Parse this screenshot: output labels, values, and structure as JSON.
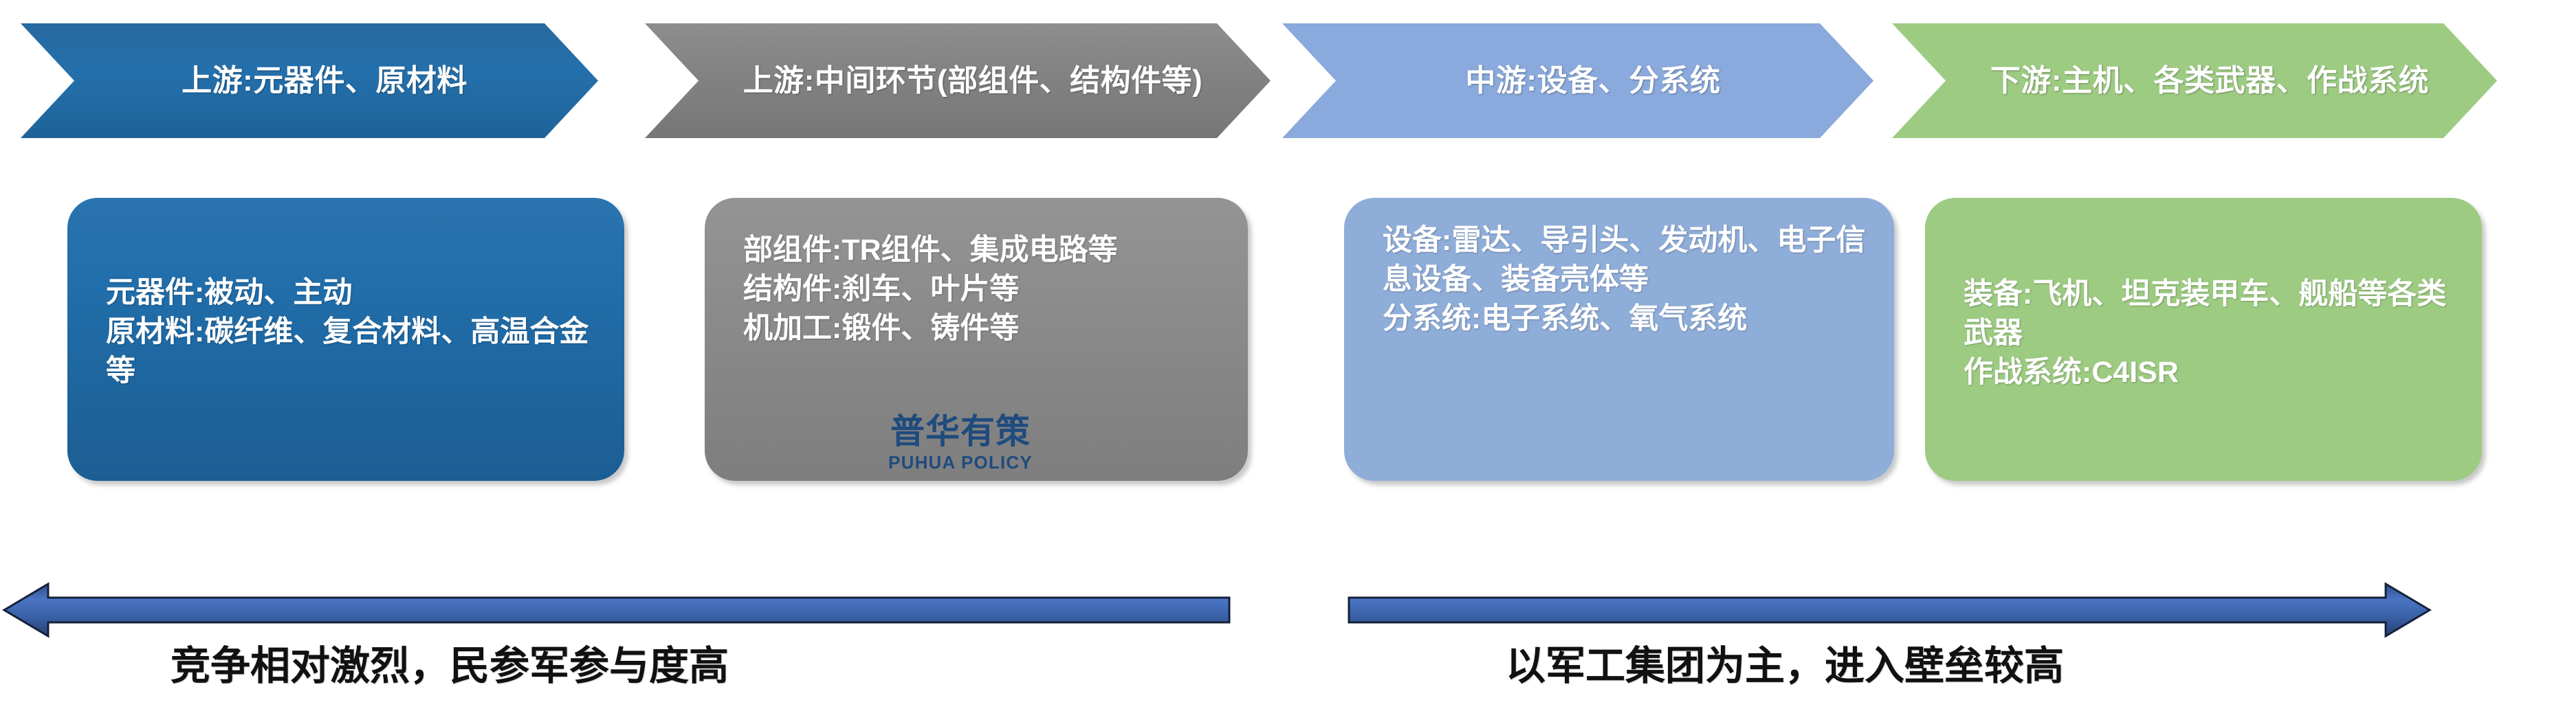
{
  "colors": {
    "upstream_blue": "#1F6FB2",
    "midstream_gray": "#828282",
    "midstream_blue": "#8AA9DC",
    "downstream_green": "#9DCB82",
    "arrow_blue": "#3A62A8",
    "watermark_navy": "#1C4A7E",
    "text_white": "#FFFFFF",
    "caption_black": "#111111"
  },
  "stages": [
    {
      "id": "upstream-components",
      "header": "上游:元器件、原材料",
      "body": "元器件:被动、主动\n原材料:碳纤维、复合材料、高温合金等",
      "color": "#1F6FB2"
    },
    {
      "id": "upstream-intermediate",
      "header": "上游:中间环节(部组件、结构件等)",
      "body": "部组件:TR组件、集成电路等\n结构件:刹车、叶片等\n机加工:锻件、铸件等",
      "color": "#828282"
    },
    {
      "id": "midstream-equipment",
      "header": "中游:设备、分系统",
      "body": "设备:雷达、导引头、发动机、电子信息设备、装备壳体等\n分系统:电子系统、氧气系统",
      "color": "#8AA9DC"
    },
    {
      "id": "downstream-platforms",
      "header": "下游:主机、各类武器、作战系统",
      "body": "装备:飞机、坦克装甲车、舰船等各类武器\n作战系统:C4ISR",
      "color": "#9DCB82"
    }
  ],
  "arrows": [
    {
      "id": "left-arrow",
      "direction": "left",
      "caption": "竞争相对激烈，民参军参与度高"
    },
    {
      "id": "right-arrow",
      "direction": "right",
      "caption": "以军工集团为主，进入壁垒较高"
    }
  ],
  "watermark": {
    "chinese": "普华有策",
    "english": "PUHUA POLICY"
  }
}
